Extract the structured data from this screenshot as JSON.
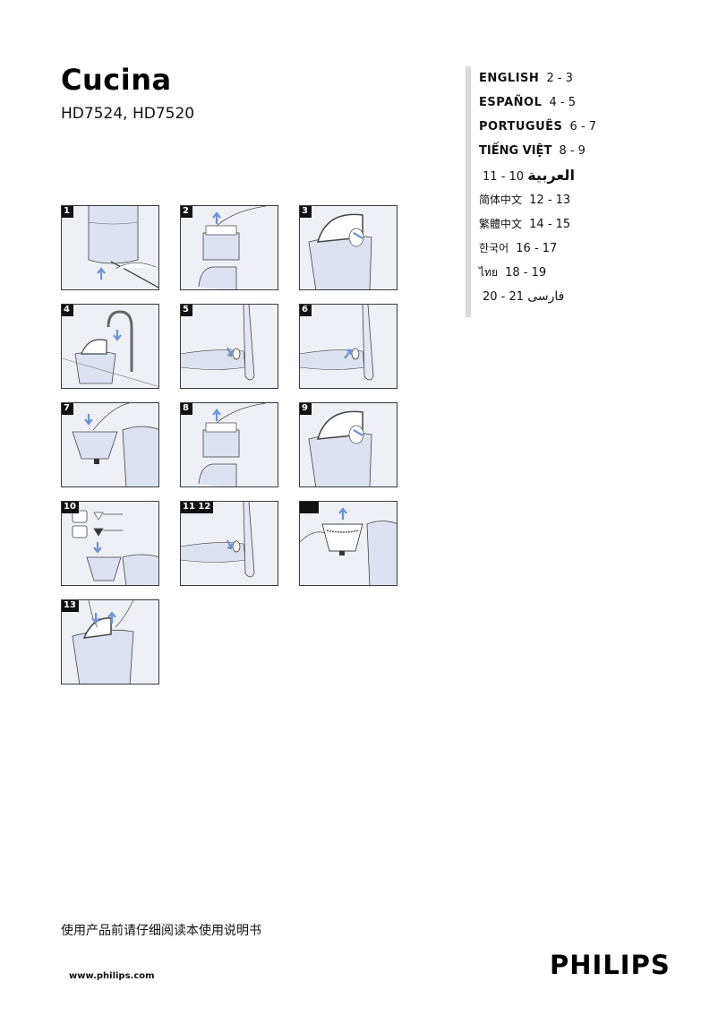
{
  "header": {
    "title": "Cucina",
    "models": "HD7524, HD7520"
  },
  "languages": [
    {
      "name": "ENGLISH",
      "pages": "2 - 3"
    },
    {
      "name": "ESPAÑOL",
      "pages": "4 - 5"
    },
    {
      "name": "PORTUGUÊS",
      "pages": "6 - 7"
    },
    {
      "name": "TIẾNG VIỆT",
      "pages": "8 - 9"
    },
    {
      "name": "العربية",
      "pages": "10 - 11"
    },
    {
      "name": "简体中文",
      "pages": "12 - 13"
    },
    {
      "name": "繁體中文",
      "pages": "14 - 15"
    },
    {
      "name": "한국어",
      "pages": "16 - 17"
    },
    {
      "name": "ไทย",
      "pages": "18 - 19"
    },
    {
      "name": "فارسی",
      "pages": "21 - 20"
    }
  ],
  "figures": [
    {
      "label": "1",
      "desc": "unplug cord from base"
    },
    {
      "label": "2",
      "desc": "lift filter holder"
    },
    {
      "label": "3",
      "desc": "open lid of water tank"
    },
    {
      "label": "4",
      "desc": "fill jug at tap"
    },
    {
      "label": "5",
      "desc": "press switch on"
    },
    {
      "label": "6",
      "desc": "press switch off"
    },
    {
      "label": "7",
      "desc": "insert paper filter"
    },
    {
      "label": "8",
      "desc": "lift filter holder"
    },
    {
      "label": "9",
      "desc": "open lid"
    },
    {
      "label": "10",
      "desc": "add ground coffee"
    },
    {
      "label": "11 12",
      "desc": "press switch"
    },
    {
      "label": "",
      "desc": "remove filter holder"
    },
    {
      "label": "13",
      "desc": "clean jug"
    }
  ],
  "footer": {
    "notice": "使用产品前请仔细阅读本使用说明书",
    "url": "www.philips.com",
    "brand": "PHILIPS"
  },
  "colors": {
    "panel_fill": "#eef0f6",
    "arrow": "#6f8fd6",
    "lang_bar": "#d9d9d9"
  }
}
